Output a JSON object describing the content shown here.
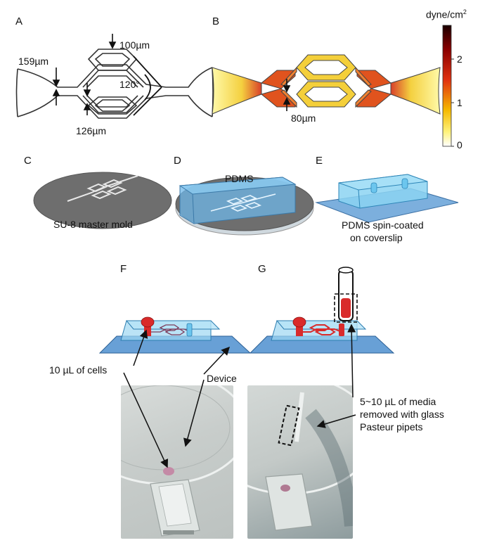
{
  "panels": {
    "A": {
      "letter": "A",
      "dims": {
        "width_total": "159µm",
        "channel_a": "100µm",
        "angle": "120°",
        "channel_b": "126µm"
      }
    },
    "B": {
      "letter": "B",
      "dim": "80µm",
      "colorbar": {
        "unit": "dyne/cm",
        "unit_sup": "2",
        "ticks": [
          "2",
          "1",
          "0"
        ]
      }
    },
    "C": {
      "letter": "C",
      "caption": "SU-8 master mold"
    },
    "D": {
      "letter": "D",
      "caption": "PDMS"
    },
    "E": {
      "letter": "E",
      "caption_line1": "PDMS spin-coated",
      "caption_line2": "on coverslip"
    },
    "F": {
      "letter": "F",
      "label_cells": "10 µL of cells",
      "label_device": "Device"
    },
    "G": {
      "letter": "G",
      "label_media_line1": "5~10 µL of media",
      "label_media_line2": "removed with glass",
      "label_media_line3": "Pasteur pipets"
    }
  },
  "colors": {
    "pdms": "#5b9bd5",
    "mold": "#6e6e6e",
    "red": "#d92b2b",
    "outline": "#222222"
  }
}
